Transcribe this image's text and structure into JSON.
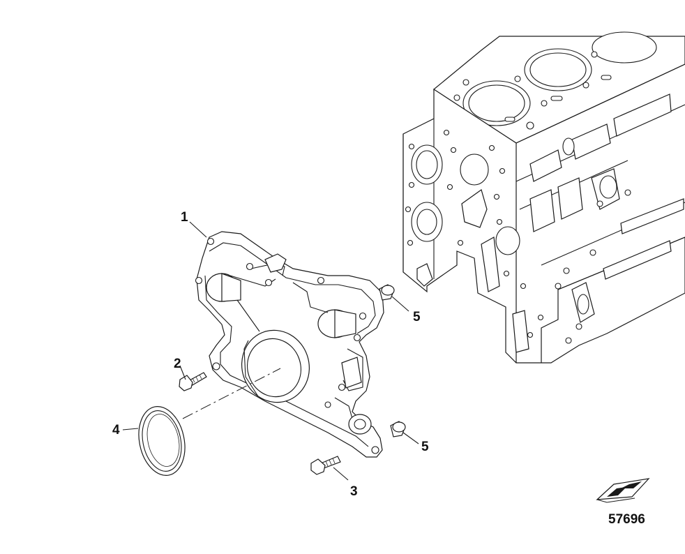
{
  "callouts": [
    {
      "id": "1",
      "label": "1"
    },
    {
      "id": "2",
      "label": "2"
    },
    {
      "id": "3",
      "label": "3"
    },
    {
      "id": "4",
      "label": "4"
    },
    {
      "id": "5a",
      "label": "5"
    },
    {
      "id": "5b",
      "label": "5"
    }
  ],
  "figure_number": "57696",
  "icon": "engine-orientation-icon",
  "colors": {
    "line": "#1a1a1a",
    "background": "#ffffff"
  }
}
